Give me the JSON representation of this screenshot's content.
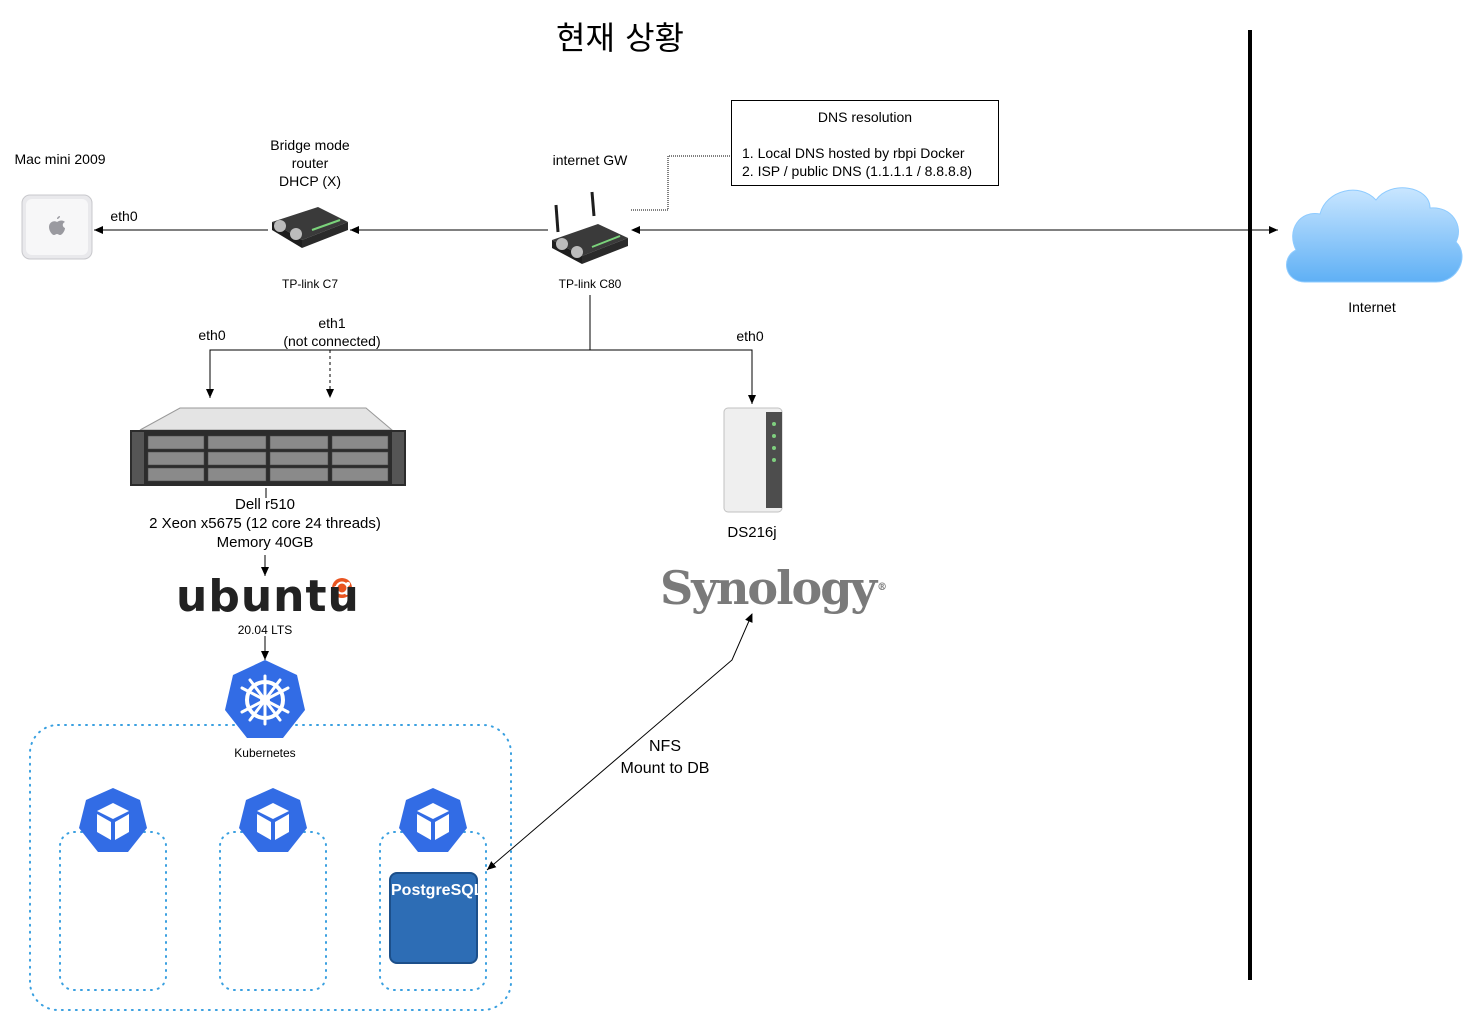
{
  "title": "현재 상황",
  "dns_box": {
    "heading": "DNS resolution",
    "line1": "1. Local DNS hosted by rbpi Docker",
    "line2": "2. ISP / public DNS (1.1.1.1 / 8.8.8.8)"
  },
  "nodes": {
    "mac": {
      "name": "Mac mini 2009",
      "port": "eth0"
    },
    "bridge": {
      "line1": "Bridge mode",
      "line2": "router",
      "line3": "DHCP (X)",
      "model": "TP-link C7"
    },
    "gateway": {
      "name": "internet GW",
      "model": "TP-link C80"
    },
    "internet": {
      "name": "Internet"
    },
    "server": {
      "port0": "eth0",
      "port1_line1": "eth1",
      "port1_line2": "(not connected)",
      "line1": "Dell r510",
      "line2": "2 Xeon x5675 (12 core 24 threads)",
      "line3": "Memory 40GB"
    },
    "nas": {
      "port": "eth0",
      "name": "DS216j",
      "brand": "Synology"
    },
    "os": {
      "name": "ubuntu",
      "version": "20.04 LTS"
    },
    "k8s": {
      "name": "Kubernetes"
    },
    "db": {
      "name": "PostgreSQL"
    }
  },
  "nfs": {
    "line1": "NFS",
    "line2": "Mount to DB"
  },
  "icons": [
    "mac-mini-icon",
    "router-icon",
    "wifi-router-icon",
    "cloud-icon",
    "rack-server-icon",
    "nas-icon",
    "ubuntu-logo",
    "kubernetes-icon",
    "pod-icon",
    "postgresql-icon"
  ]
}
